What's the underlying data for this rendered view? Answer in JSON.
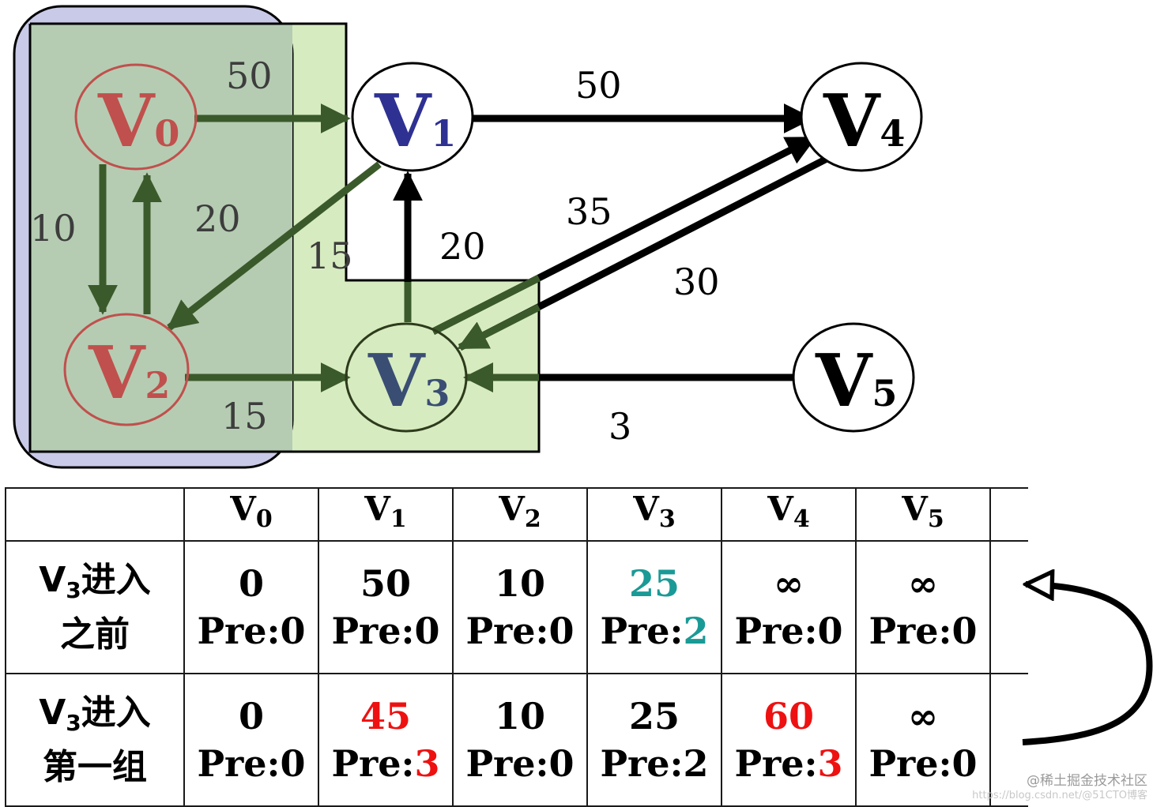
{
  "graph": {
    "nodes": [
      {
        "id": "V0",
        "letter": "V",
        "index": "0"
      },
      {
        "id": "V1",
        "letter": "V",
        "index": "1"
      },
      {
        "id": "V2",
        "letter": "V",
        "index": "2"
      },
      {
        "id": "V3",
        "letter": "V",
        "index": "3"
      },
      {
        "id": "V4",
        "letter": "V",
        "index": "4"
      },
      {
        "id": "V5",
        "letter": "V",
        "index": "5"
      }
    ],
    "edges": [
      {
        "from": "V0",
        "to": "V1",
        "weight": "50"
      },
      {
        "from": "V0",
        "to": "V2",
        "weight": "10"
      },
      {
        "from": "V2",
        "to": "V0",
        "weight": "20"
      },
      {
        "from": "V1",
        "to": "V2",
        "weight": "15"
      },
      {
        "from": "V2",
        "to": "V3",
        "weight": "15"
      },
      {
        "from": "V3",
        "to": "V1",
        "weight": "20"
      },
      {
        "from": "V1",
        "to": "V4",
        "weight": "50"
      },
      {
        "from": "V3",
        "to": "V4",
        "weight": "35"
      },
      {
        "from": "V4",
        "to": "V3",
        "weight": "30"
      },
      {
        "from": "V5",
        "to": "V3",
        "weight": "3"
      }
    ],
    "colors": {
      "group1_node": "#c0504d",
      "v1": "#2e3192",
      "v3": "#3a4e74",
      "default_node": "#000000",
      "group1_fill": "#c9c9e8",
      "group2_fill": "#d6ecc0",
      "green_arrow": "#3b5a2b"
    }
  },
  "table": {
    "headers": [
      {
        "letter": "V",
        "index": "0"
      },
      {
        "letter": "V",
        "index": "1"
      },
      {
        "letter": "V",
        "index": "2"
      },
      {
        "letter": "V",
        "index": "3"
      },
      {
        "letter": "V",
        "index": "4"
      },
      {
        "letter": "V",
        "index": "5"
      }
    ],
    "rows": [
      {
        "label": {
          "v": "V",
          "sub": "3",
          "line1_rest": "进入",
          "line2": "之前"
        },
        "cells": [
          {
            "dist": "0",
            "pre_label": "Pre:",
            "pre": "0",
            "dist_color": "#000000",
            "pre_color": "#000000"
          },
          {
            "dist": "50",
            "pre_label": "Pre:",
            "pre": "0",
            "dist_color": "#000000",
            "pre_color": "#000000"
          },
          {
            "dist": "10",
            "pre_label": "Pre:",
            "pre": "0",
            "dist_color": "#000000",
            "pre_color": "#000000"
          },
          {
            "dist": "25",
            "pre_label": "Pre:",
            "pre": "2",
            "dist_color": "#1a9a96",
            "pre_color": "#1a9a96"
          },
          {
            "dist": "∞",
            "pre_label": "Pre:",
            "pre": "0",
            "dist_color": "#000000",
            "pre_color": "#000000"
          },
          {
            "dist": "∞",
            "pre_label": "Pre:",
            "pre": "0",
            "dist_color": "#000000",
            "pre_color": "#000000"
          }
        ]
      },
      {
        "label": {
          "v": "V",
          "sub": "3",
          "line1_rest": "进入",
          "line2": "第一组"
        },
        "cells": [
          {
            "dist": "0",
            "pre_label": "Pre:",
            "pre": "0",
            "dist_color": "#000000",
            "pre_color": "#000000"
          },
          {
            "dist": "45",
            "pre_label": "Pre:",
            "pre": "3",
            "dist_color": "#ee1111",
            "pre_color": "#ee1111"
          },
          {
            "dist": "10",
            "pre_label": "Pre:",
            "pre": "0",
            "dist_color": "#000000",
            "pre_color": "#000000"
          },
          {
            "dist": "25",
            "pre_label": "Pre:",
            "pre": "2",
            "dist_color": "#000000",
            "pre_color": "#000000"
          },
          {
            "dist": "60",
            "pre_label": "Pre:",
            "pre": "3",
            "dist_color": "#ee1111",
            "pre_color": "#ee1111"
          },
          {
            "dist": "∞",
            "pre_label": "Pre:",
            "pre": "0",
            "dist_color": "#000000",
            "pre_color": "#000000"
          }
        ]
      }
    ]
  },
  "watermark": {
    "main": "@稀土掘金技术社区",
    "sub": "https://blog.csdn.net/@51CTO博客"
  }
}
